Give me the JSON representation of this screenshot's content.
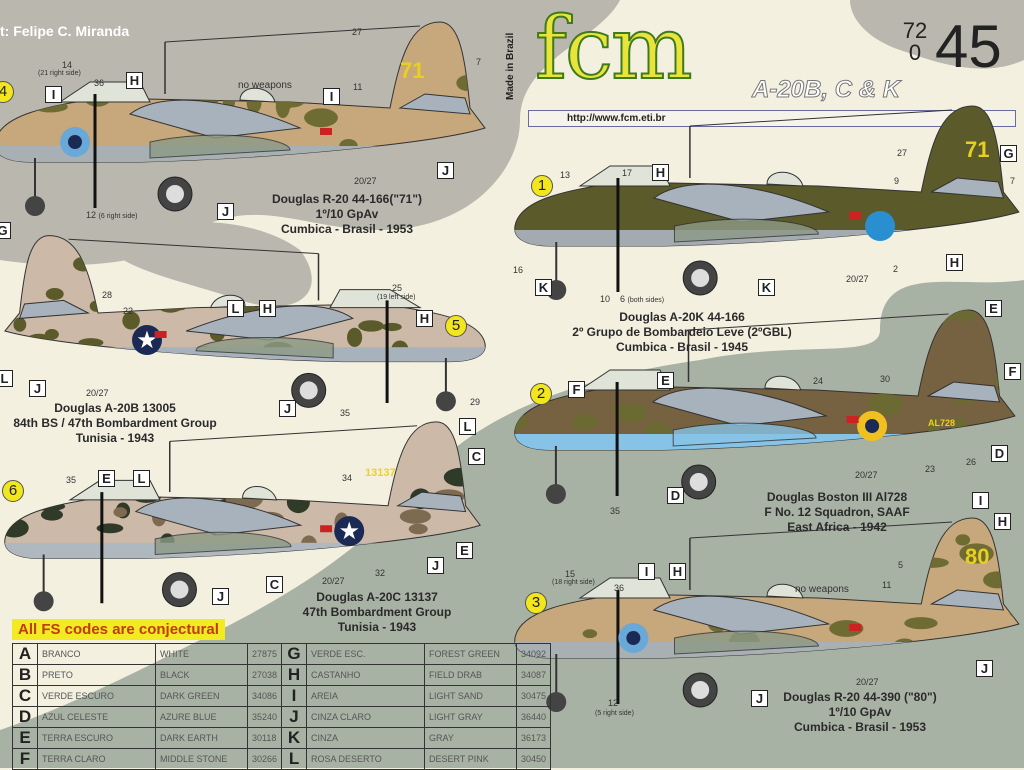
{
  "header": {
    "credit": "t: Felipe C. Miranda",
    "brand": "fcm",
    "made_in": "Made in Brazil",
    "scale_top": "72",
    "scale_bottom": "0",
    "sheet_number": "45",
    "subtitle": "A-20B, C & K",
    "url": "http://www.fcm.eti.br"
  },
  "colors": {
    "bg": "#f3f0e0",
    "blob_gray": "#b9b7ae",
    "blob_green": "#a8b2a4",
    "olive": "#5b5a2a",
    "sand": "#c7a77c",
    "pink": "#cdb9a8",
    "gray": "#a8b2bc",
    "blue": "#86c3e6",
    "yellow": "#f2e61c"
  },
  "profiles": [
    {
      "n": "4",
      "caption": [
        "Douglas R-20 44-166(\"71\")",
        "1º/10 GpAv",
        "Cumbica - Brasil - 1953"
      ],
      "tail_code": "71",
      "callouts": [
        "14",
        "(21 right side)",
        "36",
        "H",
        "I",
        "no weapons",
        "I",
        "27",
        "7",
        "11",
        "20/27",
        "J",
        "J",
        "12",
        "(6 right side)"
      ]
    },
    {
      "n": "5",
      "caption": [
        "Douglas A-20B 13005",
        "84th BS / 47th Bombardment Group",
        "Tunisia - 1943"
      ],
      "callouts": [
        "G",
        "28",
        "22",
        "L",
        "H",
        "25",
        "(19 left side)",
        "H",
        "L",
        "J",
        "20/27",
        "J",
        "35",
        "29"
      ]
    },
    {
      "n": "6",
      "caption": [
        "Douglas A-20C 13137",
        "47th Bombardment Group",
        "Tunisia - 1943"
      ],
      "tail_code": "13137",
      "callouts": [
        "35",
        "E",
        "L",
        "L",
        "C",
        "34",
        "E",
        "J",
        "20/27",
        "32",
        "C",
        "J"
      ]
    },
    {
      "n": "1",
      "caption": [
        "Douglas A-20K 44-166",
        "2º Grupo de Bombardeio Leve (2ºGBL)",
        "Cumbica - Brasil - 1945"
      ],
      "tail_code": "71",
      "callouts": [
        "13",
        "17",
        "H",
        "27",
        "G",
        "9",
        "7",
        "16",
        "K",
        "10",
        "6",
        "(both sides)",
        "K",
        "20/27",
        "2",
        "H"
      ]
    },
    {
      "n": "2",
      "caption": [
        "Douglas Boston III Al728",
        "F No. 12 Squadron, SAAF",
        "East Africa - 1942"
      ],
      "tail_code": "AL728",
      "callouts": [
        "E",
        "F",
        "F",
        "E",
        "24",
        "30",
        "F",
        "D",
        "26",
        "23",
        "20/27",
        "D",
        "35"
      ]
    },
    {
      "n": "3",
      "caption": [
        "Douglas R-20 44-390 (\"80\")",
        "1º/10 GpAv",
        "Cumbica - Brasil - 1953"
      ],
      "tail_code": "80",
      "callouts": [
        "15",
        "(18 right side)",
        "36",
        "I",
        "H",
        "no weapons",
        "I",
        "H",
        "5",
        "11",
        "20/27",
        "J",
        "J",
        "12",
        "(5 right side)"
      ]
    }
  ],
  "note": "All FS codes are conjectural",
  "fs_table": [
    {
      "code": "A",
      "pt": "BRANCO",
      "en": "WHITE",
      "fs": "27875"
    },
    {
      "code": "B",
      "pt": "PRETO",
      "en": "BLACK",
      "fs": "27038"
    },
    {
      "code": "C",
      "pt": "VERDE ESCURO",
      "en": "DARK GREEN",
      "fs": "34086"
    },
    {
      "code": "D",
      "pt": "AZUL CELESTE",
      "en": "AZURE BLUE",
      "fs": "35240"
    },
    {
      "code": "E",
      "pt": "TERRA ESCURO",
      "en": "DARK EARTH",
      "fs": "30118"
    },
    {
      "code": "F",
      "pt": "TERRA CLARO",
      "en": "MIDDLE STONE",
      "fs": "30266"
    },
    {
      "code": "G",
      "pt": "VERDE ESC.",
      "en": "FOREST GREEN",
      "fs": "34092"
    },
    {
      "code": "H",
      "pt": "CASTANHO",
      "en": "FIELD DRAB",
      "fs": "34087"
    },
    {
      "code": "I",
      "pt": "AREIA",
      "en": "LIGHT SAND",
      "fs": "30475"
    },
    {
      "code": "J",
      "pt": "CINZA CLARO",
      "en": "LIGHT GRAY",
      "fs": "36440"
    },
    {
      "code": "K",
      "pt": "CINZA",
      "en": "GRAY",
      "fs": "36173"
    },
    {
      "code": "L",
      "pt": "ROSA DESERTO",
      "en": "DESERT PINK",
      "fs": "30450"
    }
  ]
}
